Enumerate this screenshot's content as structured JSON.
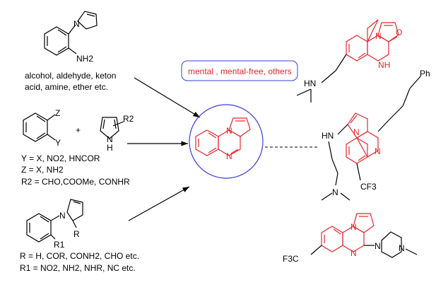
{
  "colors": {
    "highlight": "#e8262a",
    "circle": "#3a3fd8"
  },
  "routes": [
    {
      "lines": [
        "alcohol, aldehyde, keton",
        "acid, amine, ether etc."
      ],
      "nh2": "NH2"
    },
    {
      "plus": "+",
      "z": "Z",
      "y": "Y",
      "r2": "R2",
      "nh": "N",
      "h": "H",
      "lines": [
        "Y = X, NO2, HNCOR",
        "Z = X, NH2",
        "R2 = CHO,COOMe, CONHR"
      ]
    },
    {
      "n": "N",
      "r": "R",
      "r1": "R1",
      "lines": [
        "R = H, COR, CONH2, CHO etc.",
        "R1 = NO2, NH2, NHR, NC etc."
      ]
    }
  ],
  "center": {
    "label": "mental , mental-free, others",
    "n1": "N",
    "n2": "N"
  },
  "products": [
    {
      "n": "N",
      "o": "O",
      "nh": "NH",
      "hn": "HN"
    },
    {
      "ph": "Ph",
      "n1": "N",
      "n2": "N",
      "hn": "HN",
      "n3": "N",
      "cf3": "CF3"
    },
    {
      "n1": "N",
      "n2": "N",
      "n3": "N",
      "n4": "N",
      "f3c": "F3C"
    }
  ]
}
